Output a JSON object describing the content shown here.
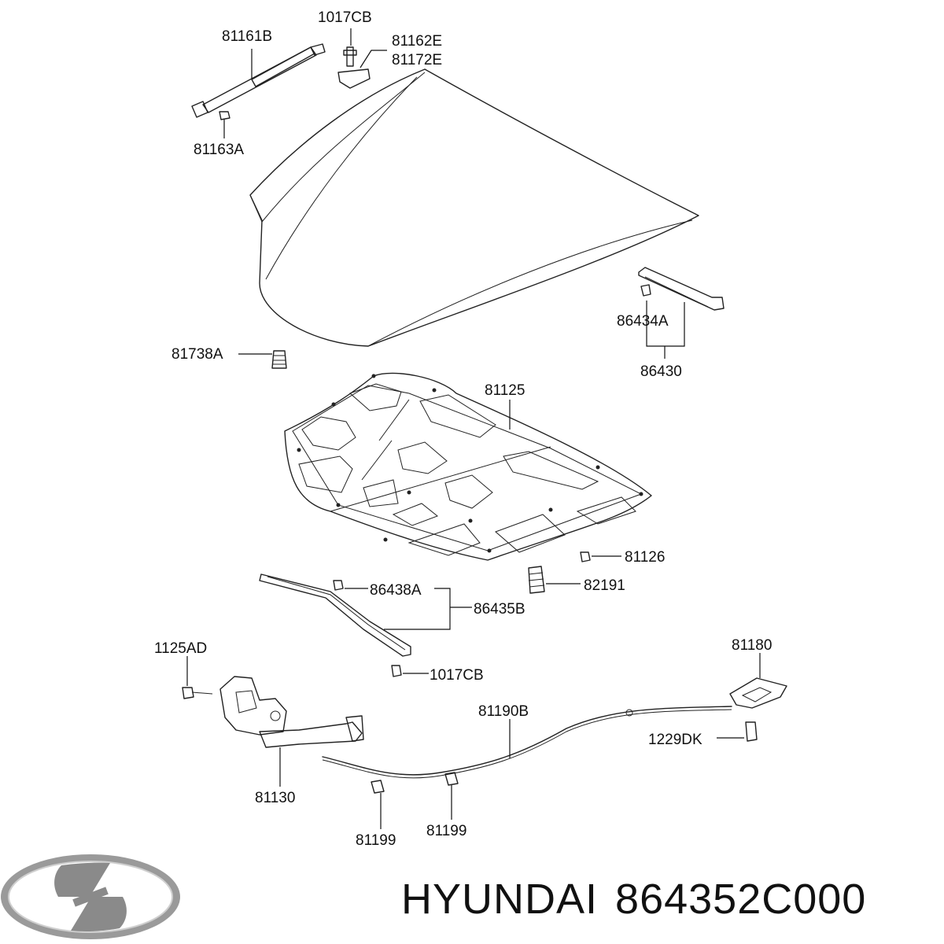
{
  "parts": {
    "p81161B": "81161B",
    "p1017CB_top": "1017CB",
    "p81162E": "81162E",
    "p81172E": "81172E",
    "p81163A": "81163A",
    "p86434A": "86434A",
    "p86430": "86430",
    "p81738A": "81738A",
    "p81125": "81125",
    "p81126": "81126",
    "p82191": "82191",
    "p86438A": "86438A",
    "p86435B": "86435B",
    "p1017CB_bottom": "1017CB",
    "p1125AD": "1125AD",
    "p81180": "81180",
    "p81190B": "81190B",
    "p1229DK": "1229DK",
    "p81130": "81130",
    "p81199_left": "81199",
    "p81199_right": "81199"
  },
  "footer": {
    "brand": "HYUNDAI",
    "part_number": "864352C000"
  },
  "logo": {
    "icon": "hyundai-logo-icon",
    "color": "#8a8a8a"
  }
}
